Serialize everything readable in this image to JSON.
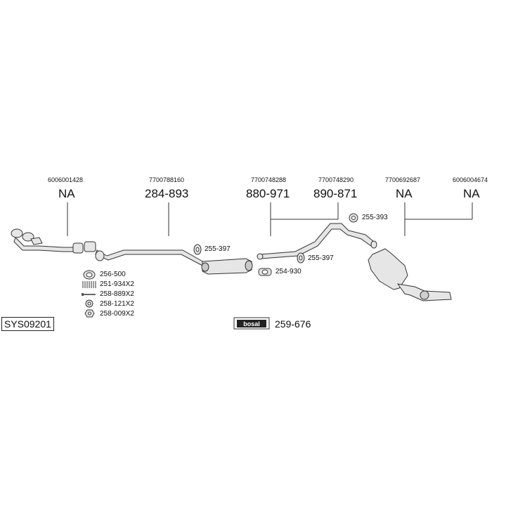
{
  "system_code": "SYS09201",
  "brand_logo_text": "bosal",
  "kit_number": "259-676",
  "colors": {
    "line": "#333333",
    "part_fill": "#d8d8d8",
    "part_dark": "#8a8a8a"
  },
  "parts": [
    {
      "oem": "6006001428",
      "part_no": "NA"
    },
    {
      "oem": "7700788160",
      "part_no": "284-893"
    },
    {
      "oem": "7700748288",
      "part_no": "880-971"
    },
    {
      "oem": "7700748290",
      "part_no": "890-871"
    },
    {
      "oem": "7700692687",
      "part_no": "NA"
    },
    {
      "oem": "6006004674",
      "part_no": "NA"
    }
  ],
  "small_parts": {
    "clamp_mid_1": "255-397",
    "clamp_mid_2": "255-397",
    "hanger_top": "255-393",
    "gasket_mid": "254-930"
  },
  "hardware_list": [
    {
      "label": "256-500",
      "icon": "gasket-ring-icon"
    },
    {
      "label": "251-934X2",
      "icon": "spring-icon"
    },
    {
      "label": "258-889X2",
      "icon": "bolt-icon"
    },
    {
      "label": "258-121X2",
      "icon": "washer-icon"
    },
    {
      "label": "258-009X2",
      "icon": "nut-icon"
    }
  ]
}
